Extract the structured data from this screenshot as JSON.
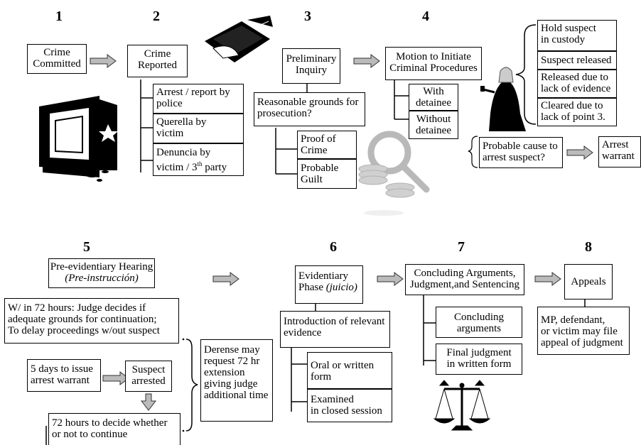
{
  "steps": {
    "s1": "1",
    "s2": "2",
    "s3": "3",
    "s4": "4",
    "s5": "5",
    "s6": "6",
    "s7": "7",
    "s8": "8"
  },
  "stage1": {
    "title_line1": "Crime",
    "title_line2": "Committed"
  },
  "stage2": {
    "title_line1": "Crime",
    "title_line2": "Reported",
    "options": [
      {
        "line1": "Arrest / report by",
        "line2": "police"
      },
      {
        "line1": "Querella by",
        "line2": "victim"
      },
      {
        "line1": "Denuncia by",
        "line2_pre": "victim / 3",
        "line2_sup": "th",
        "line2_post": " party"
      }
    ]
  },
  "stage3": {
    "title_line1": "Preliminary",
    "title_line2": "Inquiry",
    "question_line1": "Reasonable grounds for",
    "question_line2": "prosecution?",
    "options": [
      {
        "line1": "Proof  of",
        "line2": "Crime"
      },
      {
        "line1": "Probable",
        "line2": "Guilt"
      }
    ]
  },
  "stage4": {
    "title_line1": "Motion to Initiate",
    "title_line2": "Criminal Procedures",
    "options": [
      {
        "line1": "With",
        "line2": "detainee"
      },
      {
        "line1": "Without",
        "line2": "detainee"
      }
    ],
    "outcomes": [
      {
        "line1": "Hold suspect",
        "line2": "in custody"
      },
      {
        "line1": "Suspect released",
        "line2": ""
      },
      {
        "line1": "Released due to",
        "line2": "lack of evidence"
      },
      {
        "line1": "Cleared due to",
        "line2": "lack of point 3."
      }
    ],
    "cause_line1": "Probable cause to",
    "cause_line2": "arrest suspect?",
    "warrant_line1": "Arrest",
    "warrant_line2": "warrant"
  },
  "stage5": {
    "title_line1": "Pre-evidentiary Hearing",
    "title_line2": "(Pre-instrucción)",
    "rule_line1": "W/ in 72 hours: Judge decides if",
    "rule_line2": "adequate grounds for continuation;",
    "rule_line3": "To delay proceedings w/out suspect",
    "warrant_line1": "5 days to issue",
    "warrant_line2": "arrest warrant",
    "arrested_line1": "Suspect",
    "arrested_line2": "arrested",
    "decide_line1": "72 hours to decide whether",
    "decide_line2": "or not to continue",
    "defense_line1": "Derense may",
    "defense_line2": "request 72 hr",
    "defense_line3": "extension",
    "defense_line4": "giving judge",
    "defense_line5": "additional time"
  },
  "stage6": {
    "title_line1": "Evidentiary",
    "title_line2_pre": "Phase ",
    "title_line2_it": "(juicio)",
    "intro_line1": "Introduction of relevant",
    "intro_line2": "evidence",
    "options": [
      {
        "line1": "Oral or written",
        "line2": "form"
      },
      {
        "line1": "Examined",
        "line2": "in closed session"
      }
    ]
  },
  "stage7": {
    "title_line1": "Concluding Arguments,",
    "title_line2": "Judgment,and Sentencing",
    "options": [
      {
        "line1": "Concluding",
        "line2": "arguments"
      },
      {
        "line1": "Final judgment",
        "line2": "in written form"
      }
    ]
  },
  "stage8": {
    "title": "Appeals",
    "note_line1": "MP, defendant,",
    "note_line2": "or victim may file",
    "note_line3": "appeal of judgment"
  }
}
